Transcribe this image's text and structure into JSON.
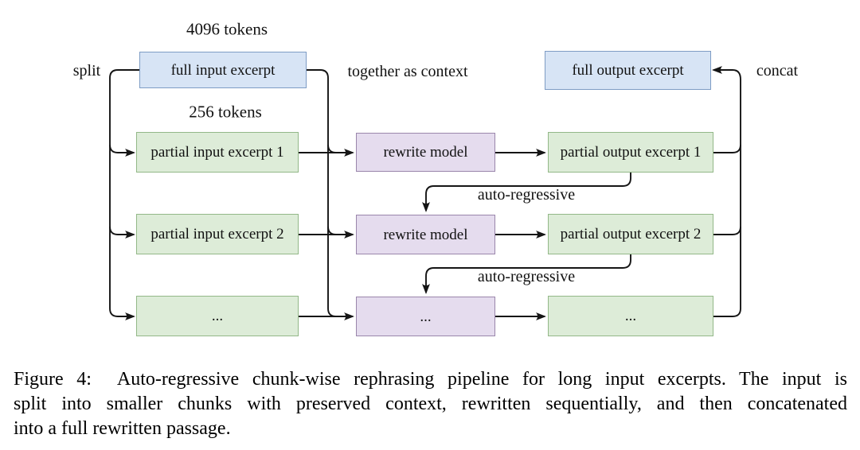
{
  "figure": {
    "labels": {
      "tokens_full": "4096 tokens",
      "tokens_chunk": "256 tokens",
      "split": "split",
      "together": "together as context",
      "concat": "concat",
      "autoregressive_1": "auto-regressive",
      "autoregressive_2": "auto-regressive"
    },
    "nodes": {
      "full_input": "full input excerpt",
      "full_output": "full output excerpt",
      "partial_input_1": "partial input excerpt 1",
      "partial_input_2": "partial input excerpt 2",
      "partial_input_more": "...",
      "rewrite_1": "rewrite model",
      "rewrite_2": "rewrite model",
      "rewrite_more": "...",
      "partial_output_1": "partial output excerpt 1",
      "partial_output_2": "partial output excerpt 2",
      "partial_output_more": "..."
    },
    "colors": {
      "blue_fill": "#d7e4f5",
      "blue_border": "#7e9cc4",
      "green_fill": "#ddecd8",
      "green_border": "#93b888",
      "purple_fill": "#e5dcee",
      "purple_border": "#9a86ab",
      "line": "#151515"
    }
  },
  "caption": {
    "line1": "Figure 4:  Auto-regressive chunk-wise rephrasing pipeline for long input excerpts. The input is",
    "line2": "split into smaller chunks with preserved context, rewritten sequentially, and then concatenated",
    "line3": "into a full rewritten passage."
  }
}
